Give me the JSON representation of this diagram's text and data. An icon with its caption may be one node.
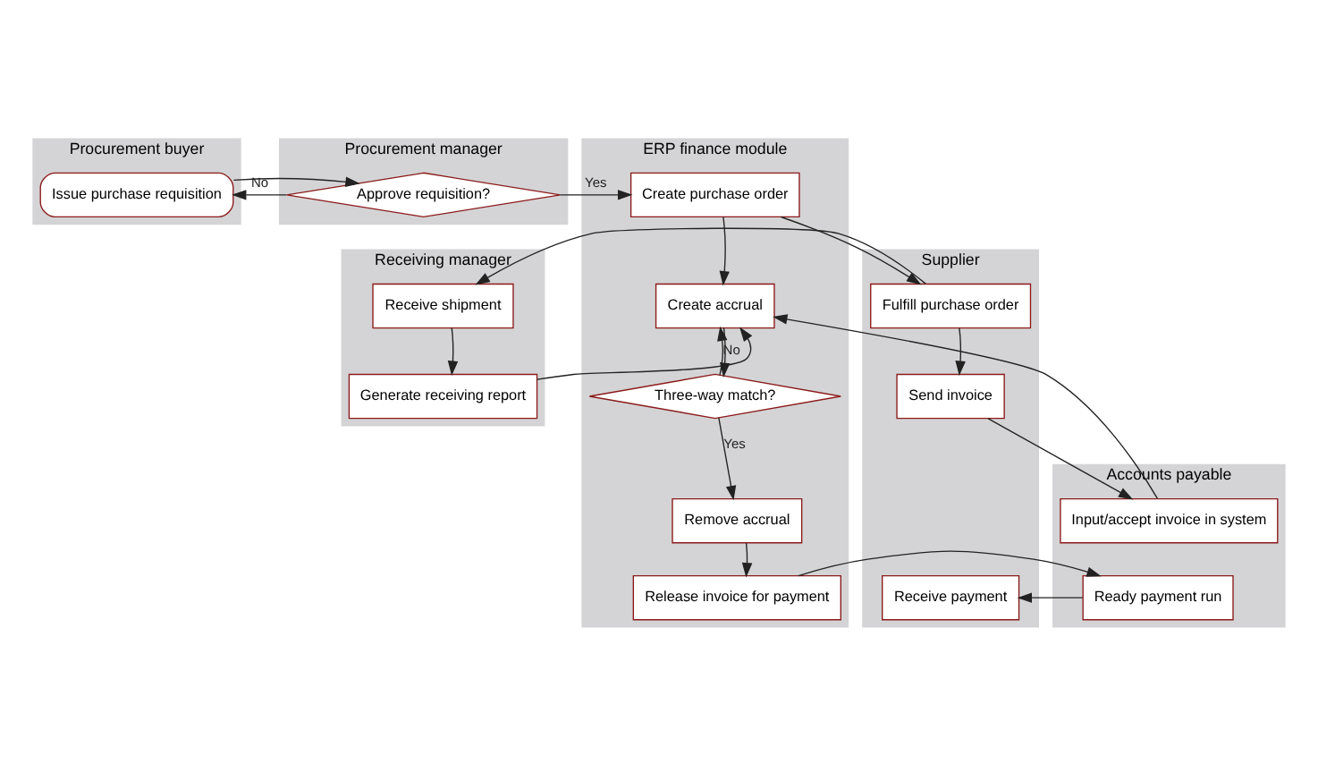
{
  "diagram": {
    "nodes": [
      {
        "text": [
          "Procurement buyer"
        ]
      },
      {
        "text": [
          "Procurement manager"
        ]
      },
      {
        "text": [
          "Supplier"
        ]
      },
      {
        "text": [
          "Receiving manager"
        ]
      },
      {
        "text": [
          "Accounts payable"
        ]
      },
      {
        "text": [
          "ERP finance module"
        ]
      },
      {
        "text": [
          "Issue purchase requisition"
        ],
        "in": 0
      },
      {
        "text": [
          "Approve requisition?"
        ],
        "in": 1
      },
      {
        "text": [
          "Fulfill purchase order"
        ],
        "in": 2
      },
      {
        "text": [
          "Send invoice"
        ],
        "in": 2
      },
      {
        "text": [
          "Receive payment"
        ],
        "in": 2
      },
      {
        "text": [
          "Receive shipment"
        ],
        "in": 3
      },
      {
        "text": [
          "Generate receiving report"
        ],
        "in": 3
      },
      {
        "text": [
          "Input/accept invoice in system"
        ],
        "in": 4
      },
      {
        "text": [
          "Ready payment run"
        ],
        "in": 4
      },
      {
        "text": [
          "Create purchase order"
        ],
        "in": 5
      },
      {
        "text": [
          "Create accrual"
        ],
        "in": 5
      },
      {
        "text": [
          "Three-way match?"
        ],
        "in": 5
      },
      {
        "text": [
          "Remove accrual"
        ],
        "in": 5
      },
      {
        "text": [
          "Release invoice for payment"
        ],
        "in": 5
      }
    ],
    "edges": [
      {
        "from": 6,
        "to": 7,
        "arrow": "to"
      },
      {
        "from": 7,
        "to": 15,
        "arrow": "to",
        "label": "Yes"
      },
      {
        "from": 7,
        "to": 6,
        "arrow": "to",
        "label": "No"
      },
      {
        "from": 15,
        "to": 8,
        "arrow": "to"
      },
      {
        "from": 15,
        "to": 16,
        "arrow": "to"
      },
      {
        "from": 8,
        "to": 11,
        "arrow": "to"
      },
      {
        "from": 8,
        "to": 9,
        "arrow": "to"
      },
      {
        "from": 11,
        "to": 12,
        "arrow": "to"
      },
      {
        "from": 12,
        "to": 16,
        "arrow": "to"
      },
      {
        "from": 9,
        "to": 13,
        "arrow": "to"
      },
      {
        "from": 13,
        "to": 16,
        "arrow": "to"
      },
      {
        "from": 16,
        "to": 17,
        "arrow": "to"
      },
      {
        "from": 17,
        "to": 16,
        "arrow": "to",
        "label": "No"
      },
      {
        "from": 17,
        "to": 18,
        "arrow": "to",
        "label": "Yes"
      },
      {
        "from": 18,
        "to": 19,
        "arrow": "to"
      },
      {
        "from": 19,
        "to": 14,
        "arrow": "to"
      },
      {
        "from": 14,
        "to": 10,
        "arrow": "to"
      }
    ]
  }
}
